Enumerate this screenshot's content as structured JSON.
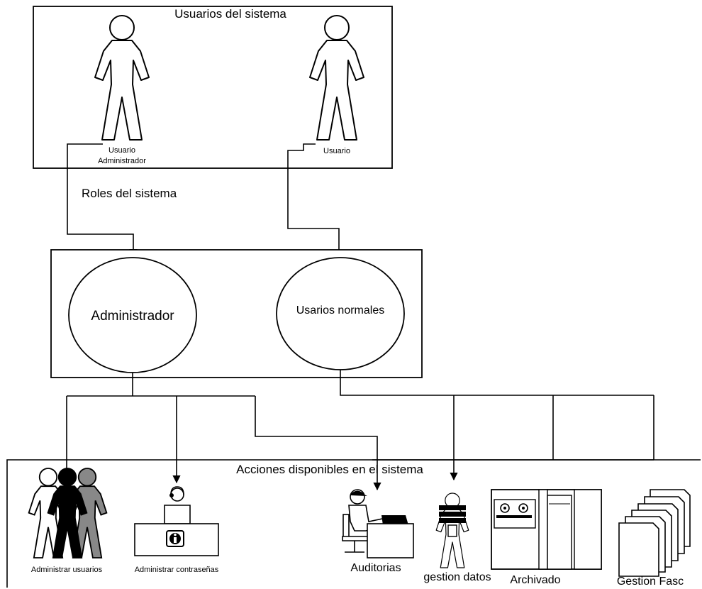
{
  "users_box": {
    "title": "Usuarios del sistema"
  },
  "actors": {
    "admin_line1": "Usuario",
    "admin_line2": "Administrador",
    "user": "Usuario"
  },
  "roles_label": "Roles del sistema",
  "roles": {
    "admin": "Administrador",
    "normal": "Usarios normales"
  },
  "actions_box": {
    "title": "Acciones disponibles en el sistema"
  },
  "actions": {
    "manage_users": "Administrar usuarios",
    "manage_passwords": "Administrar contraseñas",
    "audits": "Auditorias",
    "data_management": "gestion datos",
    "archiving": "Archivado",
    "file_management": "Gestion Fasc"
  }
}
